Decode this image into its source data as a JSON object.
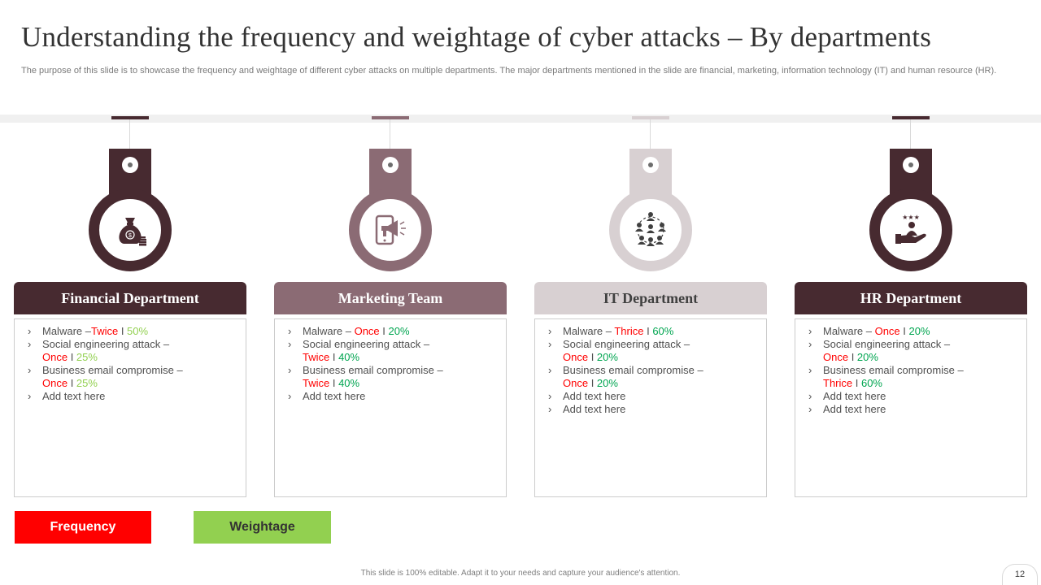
{
  "title": "Understanding the frequency and weightage of cyber attacks – By departments",
  "subtitle": "The purpose of this slide is to showcase the frequency and weightage of different cyber attacks on multiple departments. The major departments mentioned in the slide are financial, marketing, information technology (IT) and human resource (HR).",
  "colors": {
    "dark": "#472a30",
    "mauve": "#8b6b74",
    "light": "#d8d0d2",
    "frequency": "#ff0000",
    "weightage": "#92d050"
  },
  "departments": [
    {
      "name": "Financial Department",
      "icon": "money-bag-icon",
      "items": [
        {
          "label": "Malware –",
          "freq": "Twice",
          "sep": " I ",
          "weight": "50%"
        },
        {
          "label": "Social engineering  attack  –",
          "freq": "Once",
          "sep": " I ",
          "weight": "25%"
        },
        {
          "label": "Business email compromise –",
          "freq": "Once",
          "sep": " I ",
          "weight": "25%"
        },
        {
          "label": "Add text here"
        }
      ]
    },
    {
      "name": "Marketing Team",
      "icon": "phone-megaphone-icon",
      "items": [
        {
          "label": "Malware  – ",
          "freq": "Once",
          "sep": " I ",
          "weight": "20%"
        },
        {
          "label": "Social engineering  attack  –",
          "freq": "Twice",
          "sep": " I ",
          "weight": "40%"
        },
        {
          "label": "Business email compromise –",
          "freq": "Twice",
          "sep": " I ",
          "weight": "40%"
        },
        {
          "label": "Add text here"
        }
      ]
    },
    {
      "name": "IT Department",
      "icon": "team-network-icon",
      "items": [
        {
          "label": "Malware  – ",
          "freq": "Thrice",
          "sep": " I ",
          "weight": "60%"
        },
        {
          "label": "Social engineering  attack  –",
          "freq": "Once",
          "sep": " I ",
          "weight": "20%"
        },
        {
          "label": "Business email compromise –",
          "freq": "Once",
          "sep": " I ",
          "weight": "20%"
        },
        {
          "label": "Add text here"
        },
        {
          "label": "Add text here"
        }
      ]
    },
    {
      "name": "HR Department",
      "icon": "hand-person-stars-icon",
      "items": [
        {
          "label": "Malware  – ",
          "freq": "Once",
          "sep": " I ",
          "weight": "20%"
        },
        {
          "label": " Social engineering  attack  –",
          "freq": "Once",
          "sep": " I ",
          "weight": "20%"
        },
        {
          "label": "Business email compromise –",
          "freq": "Thrice",
          "sep": " I ",
          "weight": "60%"
        },
        {
          "label": "Add text here"
        },
        {
          "label": "Add text here"
        }
      ]
    }
  ],
  "legend": {
    "frequency": "Frequency",
    "weightage": "Weightage"
  },
  "footer": "This slide is 100% editable.  Adapt it to your needs and capture your audience's attention.",
  "page_number": "12"
}
